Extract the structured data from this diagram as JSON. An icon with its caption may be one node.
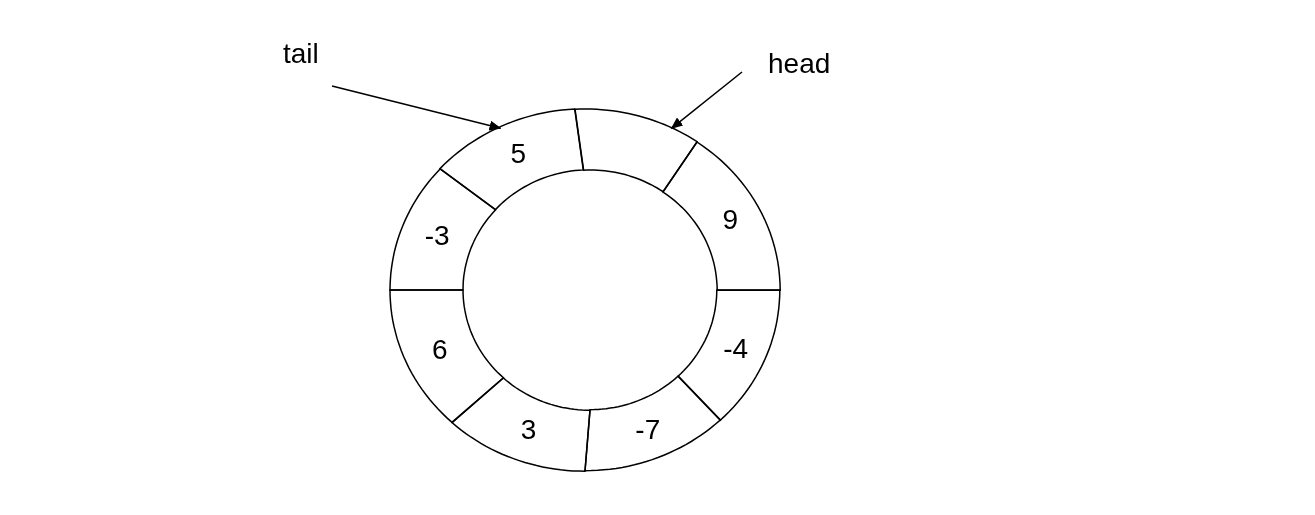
{
  "diagram": {
    "nodes": [
      {
        "text": [
          "tail"
        ]
      },
      {
        "text": [
          "head"
        ]
      },
      {
        "text": [
          "5"
        ]
      },
      {
        "text": [],
        "shape": "box"
      },
      {
        "text": [
          "9"
        ]
      },
      {
        "text": [
          "-4"
        ]
      },
      {
        "text": [
          "-7"
        ]
      },
      {
        "text": [
          "3"
        ]
      },
      {
        "text": [
          "6"
        ]
      },
      {
        "text": [
          "-3"
        ]
      }
    ],
    "edges": [
      {
        "from": 0,
        "to": 2,
        "arrow": "to"
      },
      {
        "from": 1,
        "to": 3,
        "arrow": "to"
      }
    ]
  }
}
